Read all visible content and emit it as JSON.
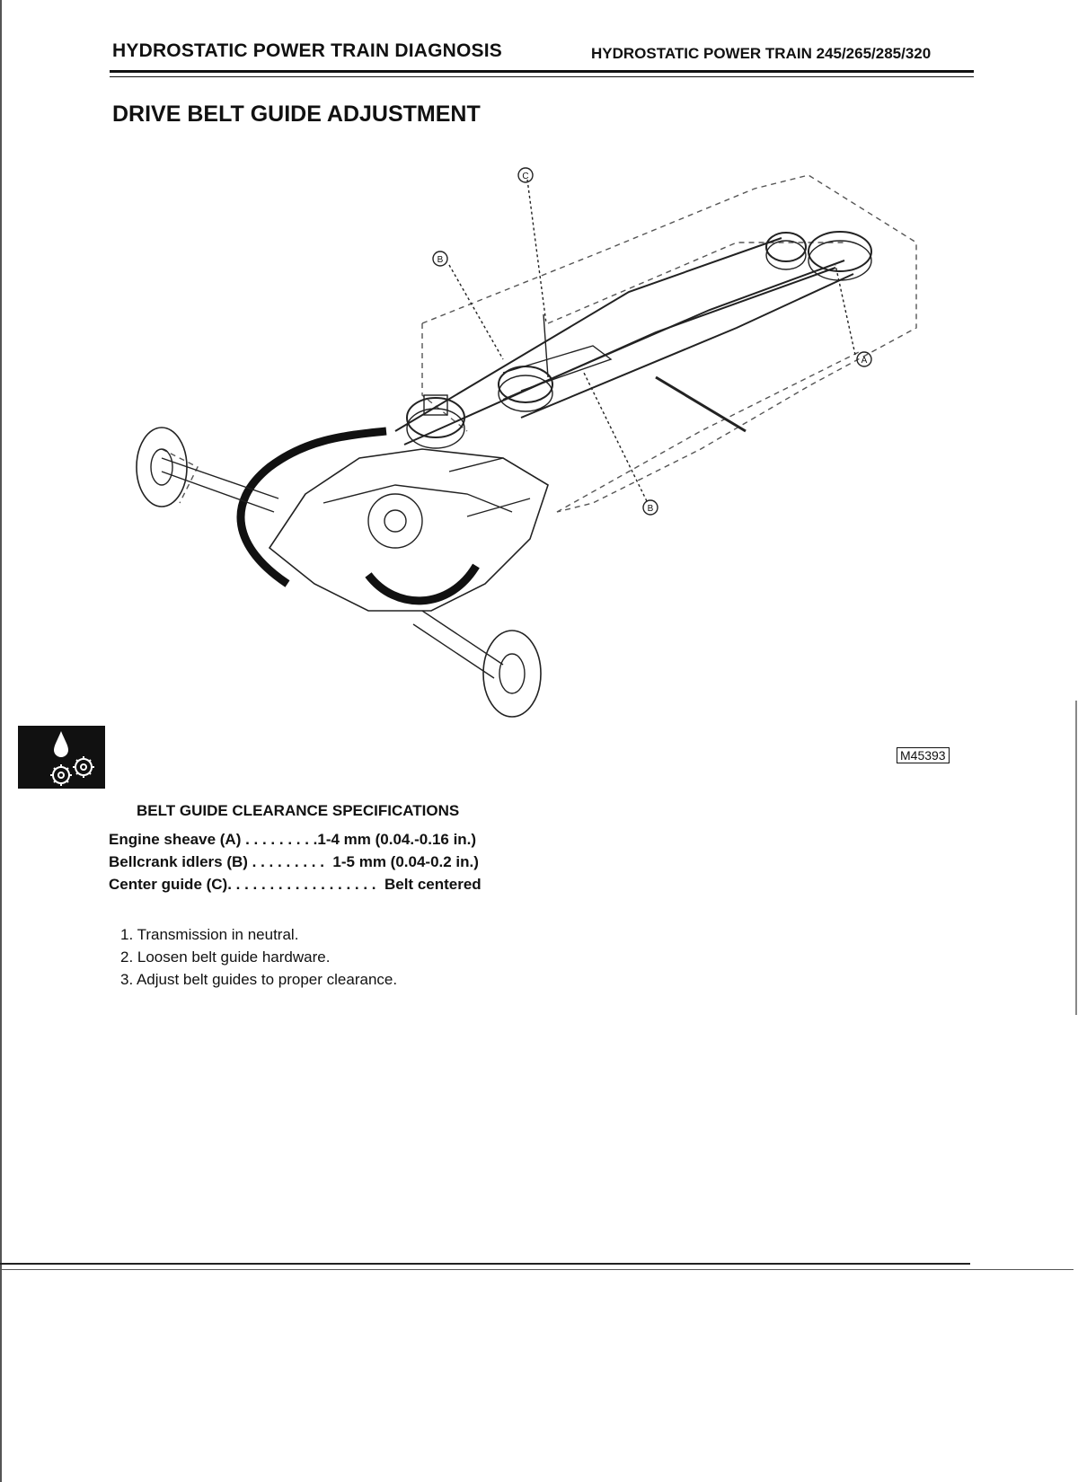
{
  "header": {
    "section_title": "HYDROSTATIC POWER TRAIN DIAGNOSIS",
    "manual_section": "HYDROSTATIC POWER TRAIN 245/265/285/320"
  },
  "page_title": "DRIVE BELT GUIDE ADJUSTMENT",
  "figure": {
    "callouts": [
      "A",
      "B",
      "C"
    ],
    "figure_id": "M45393",
    "icon": "drop-and-gears-icon"
  },
  "specifications": {
    "heading": "BELT GUIDE CLEARANCE SPECIFICATIONS",
    "rows": [
      {
        "text": "Engine sheave (A) . . . . . . . . .1-4 mm (0.04.-0.16 in.)"
      },
      {
        "text": "Bellcrank idlers (B) . . . . . . . . .  1-5 mm (0.04-0.2 in.)"
      },
      {
        "text": "Center guide (C). . . . . . . . . . . . . . . . . .  Belt centered"
      }
    ]
  },
  "steps": [
    "1. Transmission in neutral.",
    "2. Loosen belt guide hardware.",
    "3. Adjust belt guides to proper clearance."
  ],
  "colors": {
    "ink": "#111111",
    "paper": "#ffffff"
  }
}
